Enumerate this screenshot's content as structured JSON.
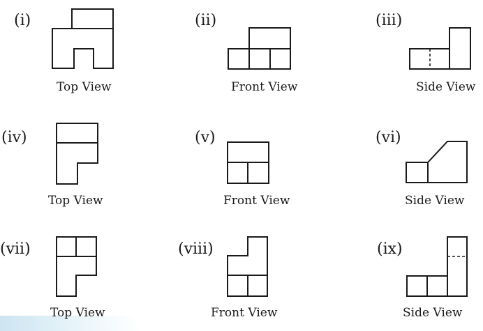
{
  "figures": [
    {
      "number": "(i)",
      "caption": "Top View"
    },
    {
      "number": "(ii)",
      "caption": "Front View"
    },
    {
      "number": "(iii)",
      "caption": "Side View"
    },
    {
      "number": "(iv)",
      "caption": "Top View"
    },
    {
      "number": "(v)",
      "caption": "Front View"
    },
    {
      "number": "(vi)",
      "caption": "Side View"
    },
    {
      "number": "(vii)",
      "caption": "Top View"
    },
    {
      "number": "(viii)",
      "caption": "Front View"
    },
    {
      "number": "(ix)",
      "caption": "Side View"
    }
  ]
}
